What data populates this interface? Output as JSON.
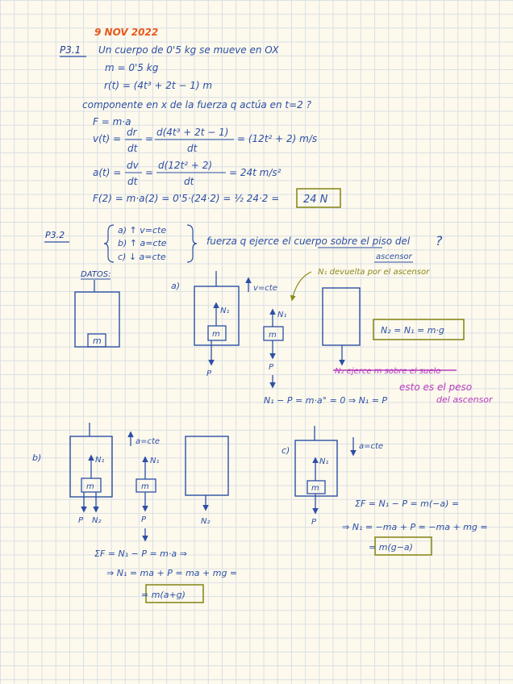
{
  "date": "9 NOV 2022",
  "colors": {
    "ink": "#2c4fa6",
    "date": "#e8591c",
    "highlight": "#8a8a1f",
    "note": "#b53bbf",
    "grid": "#d9dfe6",
    "paper": "#fdf9ec"
  },
  "p31": {
    "label": "P3.1",
    "statement": "Un cuerpo de 0'5 kg se mueve en OX",
    "mass": "m = 0'5 kg",
    "position": "r(t) = (4t³ + 2t − 1) m",
    "question": "componente en x de la fuerza q actúa en t=2 ?",
    "law": "F = m·a",
    "v_lhs": "v(t) =",
    "v_frac_num": "dr",
    "v_frac_den": "dt",
    "v_eq": "=",
    "v_num": "d(4t³ + 2t − 1)",
    "v_den": "dt",
    "v_result": "= (12t² + 2) m/s",
    "a_lhs": "a(t) =",
    "a_frac_num": "dv",
    "a_frac_den": "dt",
    "a_eq": "=",
    "a_num": "d(12t² + 2)",
    "a_den": "dt",
    "a_result": "= 24t m/s²",
    "f_line": "F(2) = m·a(2) = 0'5·(24·2) = ½ 24·2 =",
    "answer": "24 N"
  },
  "p32": {
    "label": "P3.2",
    "case_a": "a) ↑ v=cte",
    "case_b": "b) ↑ a=cte",
    "case_c": "c) ↓ a=cte",
    "question_1": "fuerza q ejerce el cuerpo sobre el piso del",
    "question_2": "ascensor",
    "question_mark": "?",
    "datos": "DATOS:",
    "box_m": "m",
    "part_a": "a)",
    "v_cte": "v=cte",
    "n1": "N₁",
    "p": "P",
    "note_n1": "N₁ devuelta por el ascensor",
    "n2_eq": "N₂ = N₁ = m·g",
    "strike_note": "N₂ ejerce m sobre el suelo",
    "peso_note_1": "esto es el peso",
    "peso_note_2": "del ascensor",
    "eq_a": "N₁ − P = m·a° = 0 ⇒ N₁ = P",
    "part_b": "b)",
    "a_cte_up": "a=cte",
    "n2": "N₂",
    "eq_b1": "ΣF = N₁ − P = m·a ⇒",
    "eq_b2": "⇒ N₁ = ma + P = ma + mg =",
    "ans_b": "= m(a+g)",
    "part_c": "c)",
    "a_cte_down": "a=cte",
    "eq_c1": "ΣF = N₁ − P = m(−a) =",
    "eq_c2": "⇒ N₁ = −ma + P = −ma + mg =",
    "ans_c": "= m(g−a)"
  }
}
